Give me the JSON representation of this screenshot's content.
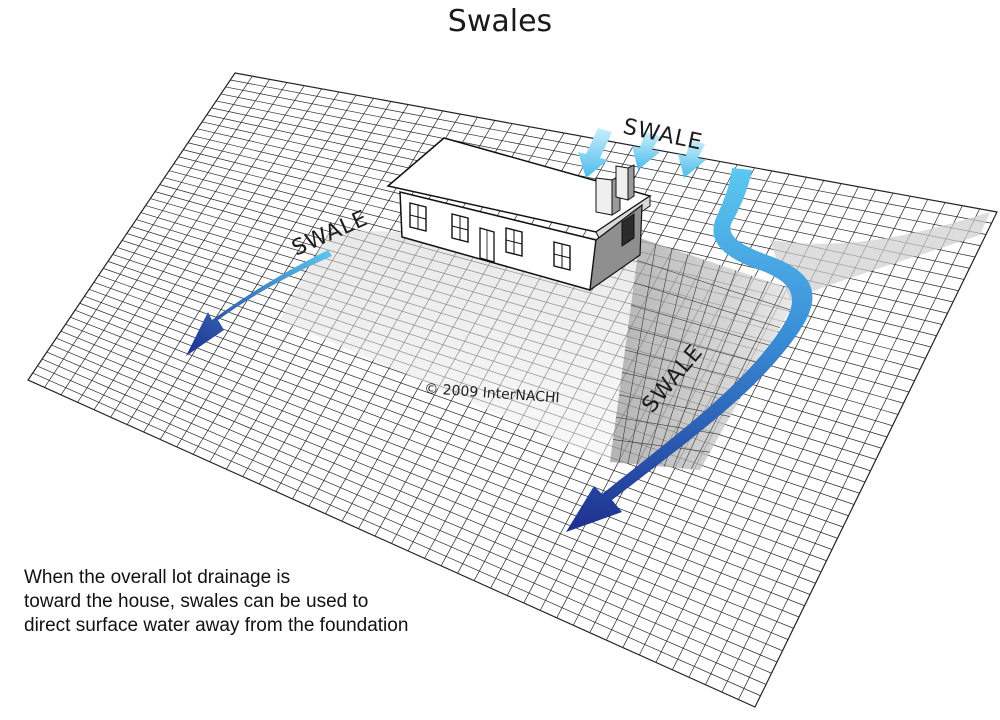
{
  "title": "Swales",
  "labels": {
    "swale_top": "SWALE",
    "swale_left": "SWALE",
    "swale_right": "SWALE"
  },
  "copyright": "© 2009 InterNACHI",
  "caption": [
    "When the overall lot drainage is",
    "toward the house, swales can be used to",
    "direct surface water away from the foundation"
  ],
  "colors": {
    "arrow_light": "#5cc8f0",
    "arrow_dark": "#1e2f8f",
    "grid": "#2a2a2a",
    "slope_shade": "#bdbdbd"
  }
}
